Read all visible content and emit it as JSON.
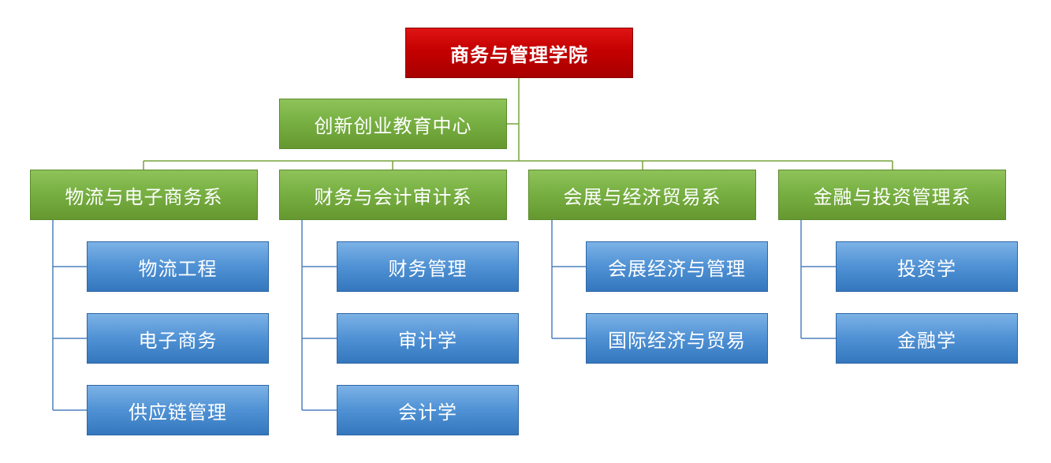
{
  "root": {
    "label": "商务与管理学院"
  },
  "center": {
    "label": "创新创业教育中心"
  },
  "departments": [
    {
      "label": "物流与电子商务系",
      "majors": [
        "物流工程",
        "电子商务",
        "供应链管理"
      ]
    },
    {
      "label": "财务与会计审计系",
      "majors": [
        "财务管理",
        "审计学",
        "会计学"
      ]
    },
    {
      "label": "会展与经济贸易系",
      "majors": [
        "会展经济与管理",
        "国际经济与贸易"
      ]
    },
    {
      "label": "金融与投资管理系",
      "majors": [
        "投资学",
        "金融学"
      ]
    }
  ],
  "colors": {
    "root": "#c40000",
    "department": "#78b043",
    "major": "#4f91d4",
    "connector_top": "#77a33c",
    "connector_branch": "#4f81bd"
  }
}
